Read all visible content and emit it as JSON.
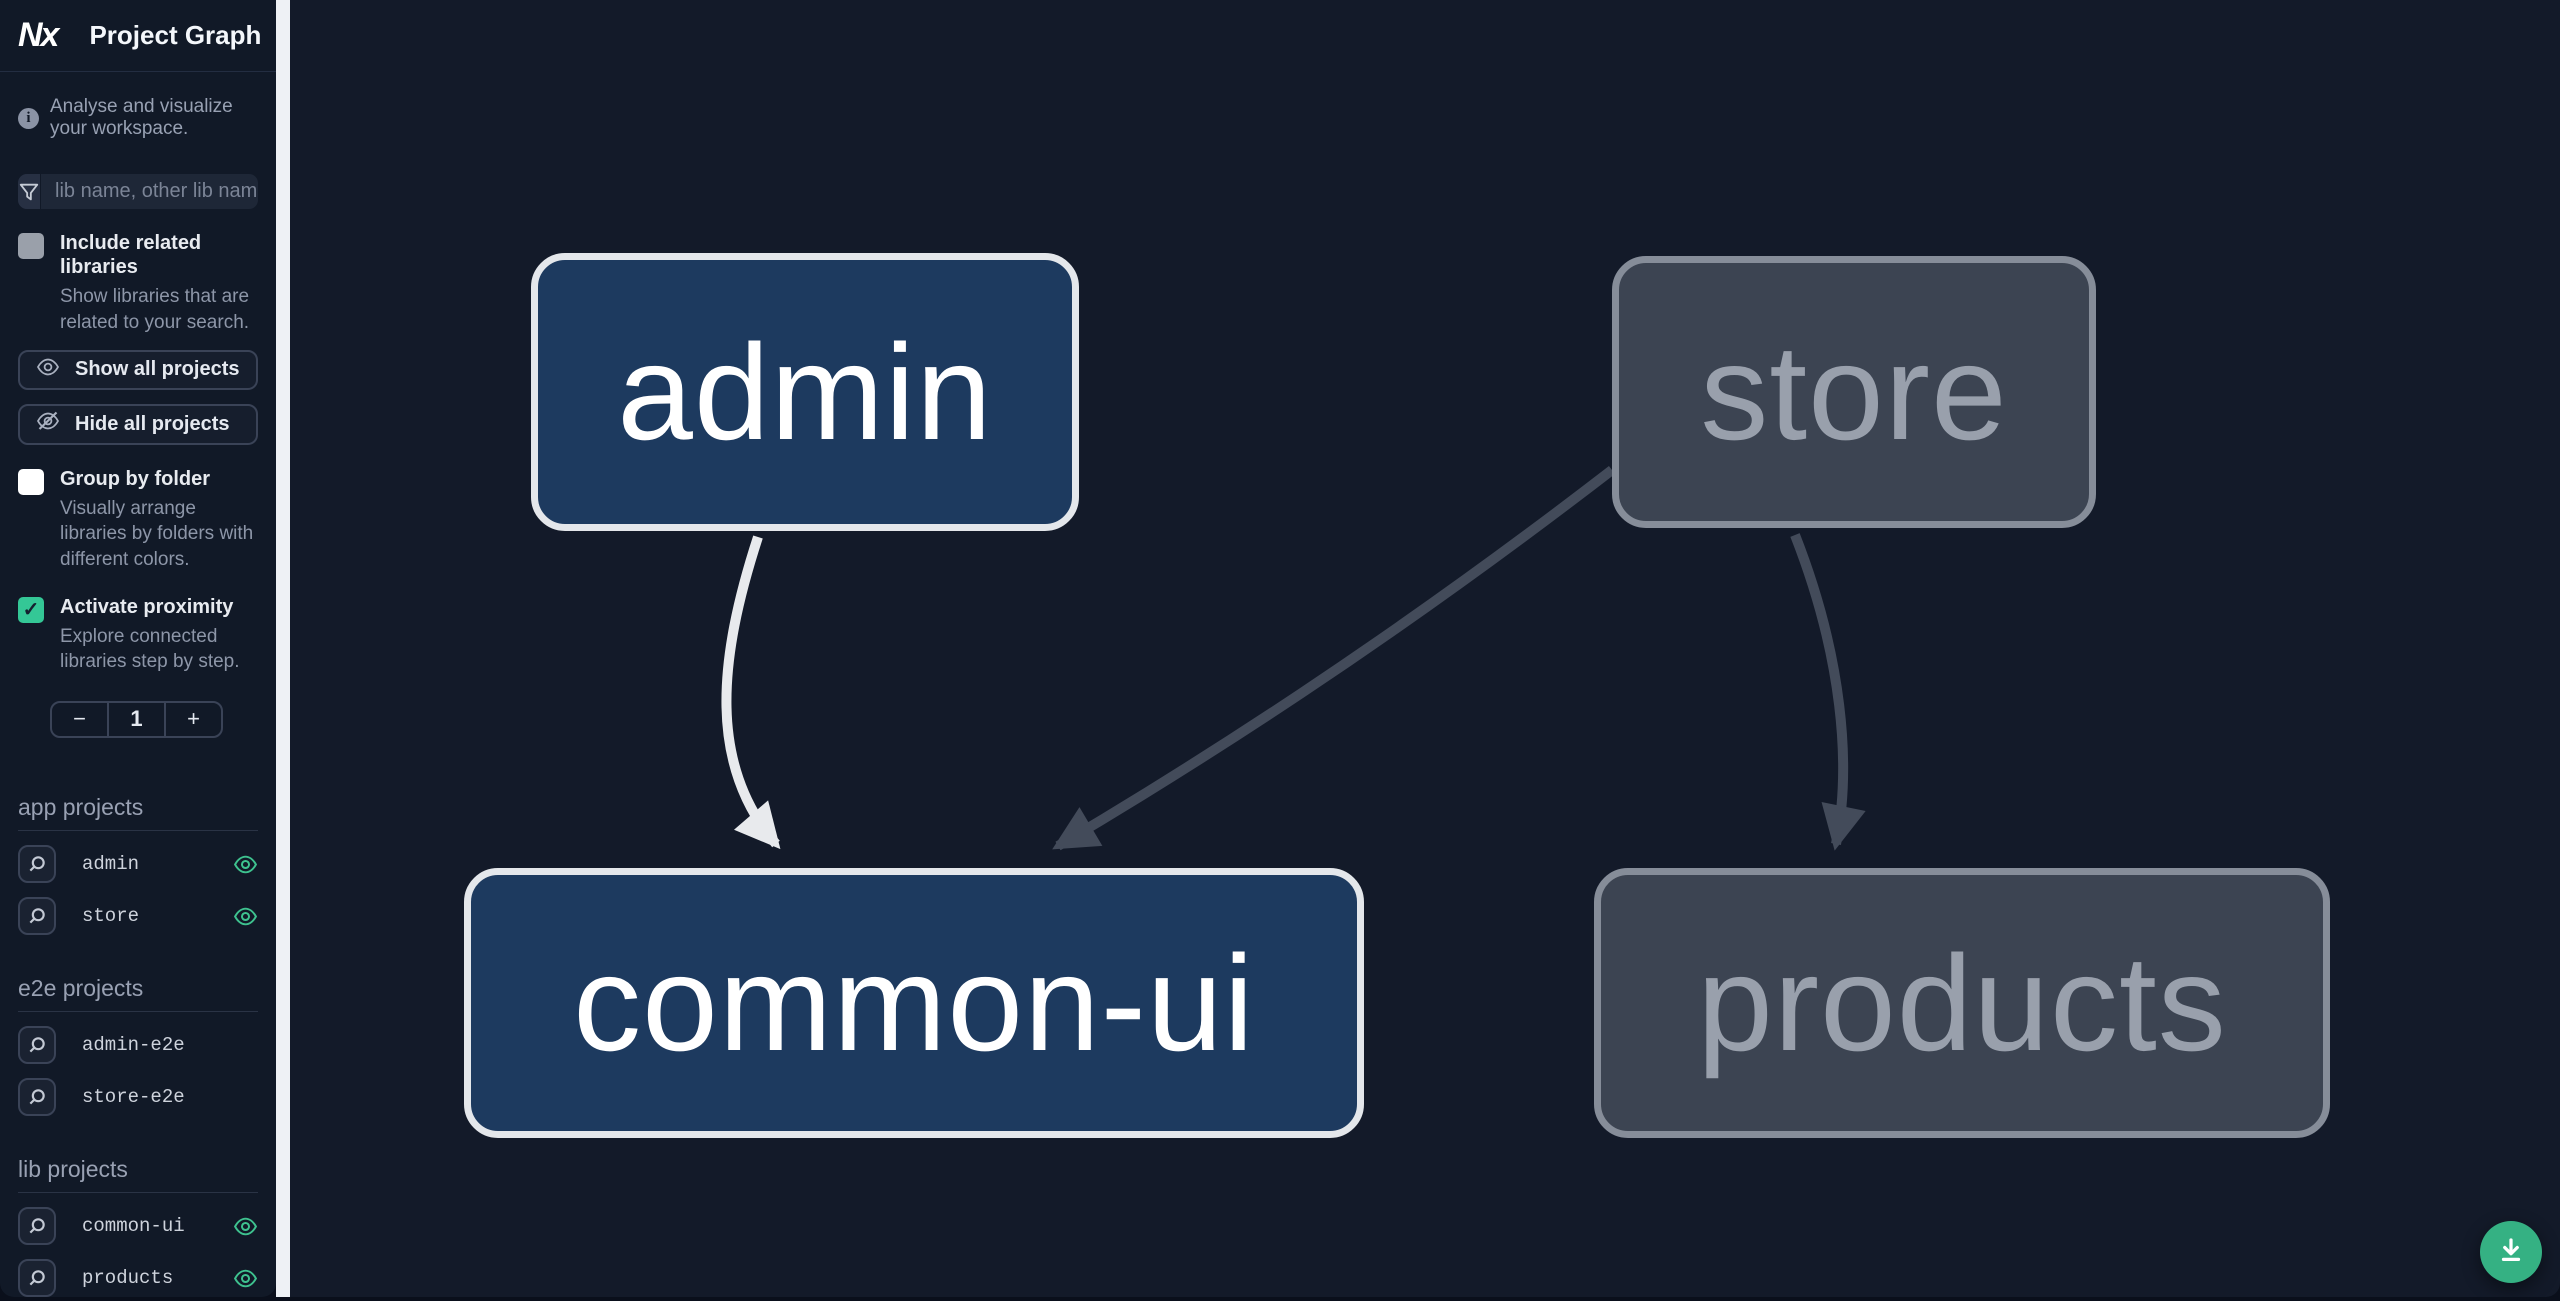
{
  "header": {
    "logo_text": "Nx",
    "title": "Project Graph",
    "monitor_icon": "monitor-icon"
  },
  "intro": {
    "text": "Analyse and visualize your workspace."
  },
  "search": {
    "placeholder": "lib name, other lib name",
    "icon": "filter-funnel-icon"
  },
  "options": [
    {
      "label": "Include related libraries",
      "description": "Show libraries that are related to your search.",
      "checked": false
    },
    {
      "label": "Group by folder",
      "description": "Visually arrange libraries by folders with different colors.",
      "checked": false
    },
    {
      "label": "Activate proximity",
      "description": "Explore connected libraries step by step.",
      "checked": true
    }
  ],
  "buttons": {
    "show_all_label": "Show all projects",
    "hide_all_label": "Hide all projects"
  },
  "stepper": {
    "decrement_label": "−",
    "value": "1",
    "increment_label": "+"
  },
  "sections": [
    {
      "title": "app projects",
      "items": [
        {
          "name": "admin",
          "visible_eye": true
        },
        {
          "name": "store",
          "visible_eye": true
        }
      ]
    },
    {
      "title": "e2e projects",
      "items": [
        {
          "name": "admin-e2e",
          "visible_eye": false
        },
        {
          "name": "store-e2e",
          "visible_eye": false
        }
      ]
    },
    {
      "title": "lib projects",
      "items": [
        {
          "name": "common-ui",
          "visible_eye": true
        },
        {
          "name": "products",
          "visible_eye": true
        }
      ]
    }
  ],
  "graph": {
    "nodes": [
      {
        "label": "admin",
        "state": "focused"
      },
      {
        "label": "store",
        "state": "unfocused"
      },
      {
        "label": "common-ui",
        "state": "focused"
      },
      {
        "label": "products",
        "state": "unfocused"
      }
    ],
    "edges": [
      {
        "from": "admin",
        "to": "common-ui",
        "style": "highlighted"
      },
      {
        "from": "store",
        "to": "common-ui",
        "style": "dimmed"
      },
      {
        "from": "store",
        "to": "products",
        "style": "dimmed"
      }
    ]
  },
  "fab": {
    "icon": "download-icon"
  },
  "colors": {
    "accent_teal": "#3fbf9f",
    "eye_green": "#3ec28f",
    "fab_green": "#35b183",
    "focused_node_bg": "#1d3a5f",
    "unfocused_node_bg": "#3c4452",
    "edge_light": "#e8eaed",
    "edge_dark": "#434b5a",
    "checkbox_checked": "#34c796"
  }
}
